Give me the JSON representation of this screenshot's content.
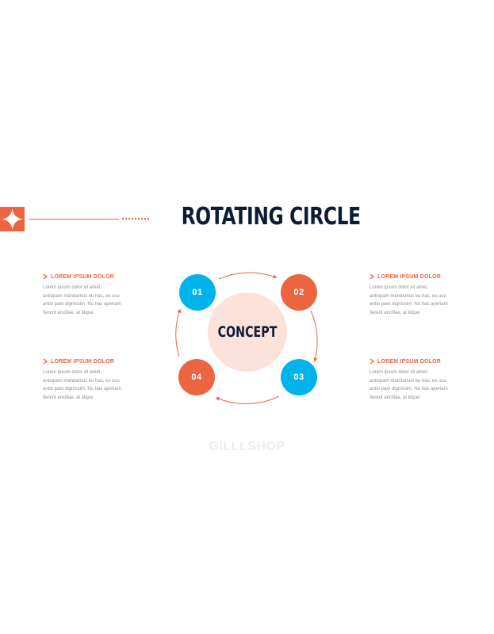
{
  "title": "ROTATING CIRCLE",
  "center": {
    "label": "CONCEPT"
  },
  "nodes": [
    {
      "label": "01",
      "color": "#00b4eb"
    },
    {
      "label": "02",
      "color": "#ec6440"
    },
    {
      "label": "03",
      "color": "#00b4eb"
    },
    {
      "label": "04",
      "color": "#ec6440"
    }
  ],
  "blocks": [
    {
      "title": "LOREM IPSUM DOLOR",
      "lines": [
        "Lorem ipsum dolor sit amet,",
        "antiopam mandamus eu has, ex usu",
        "antio pam dignissim. No has aperiam",
        "fierent ancillae, at idque"
      ]
    },
    {
      "title": "LOREM IPSUM DOLOR",
      "lines": [
        "Lorem ipsum dolor sit amet,",
        "antiopam mandamus eu has, ex usu",
        "antio pam dignissim. No has aperiam",
        "fierent ancillae, at idque"
      ]
    },
    {
      "title": "LOREM IPSUM DOLOR",
      "lines": [
        "Lorem ipsum dolor sit amet,",
        "antiopam mandamus eu has, ex usu",
        "antio pam dignissim. No has aperiam",
        "fierent ancillae, at idque"
      ]
    },
    {
      "title": "LOREM IPSUM DOLOR",
      "lines": [
        "Lorem ipsum dolor sit amet,",
        "antiopam mandamus eu has, ex usu",
        "antio pam dignissim. No has aperiam",
        "fierent ancillae, at idque"
      ]
    }
  ],
  "watermark": "GILLLSHOP",
  "colors": {
    "accent": "#ec6440",
    "blue": "#00b4eb",
    "navy": "#0d1b36",
    "center_fill": "#fbe3dc"
  },
  "icons": {
    "badge": "four-point-star-icon",
    "bullet": "chevron-right-icon"
  }
}
